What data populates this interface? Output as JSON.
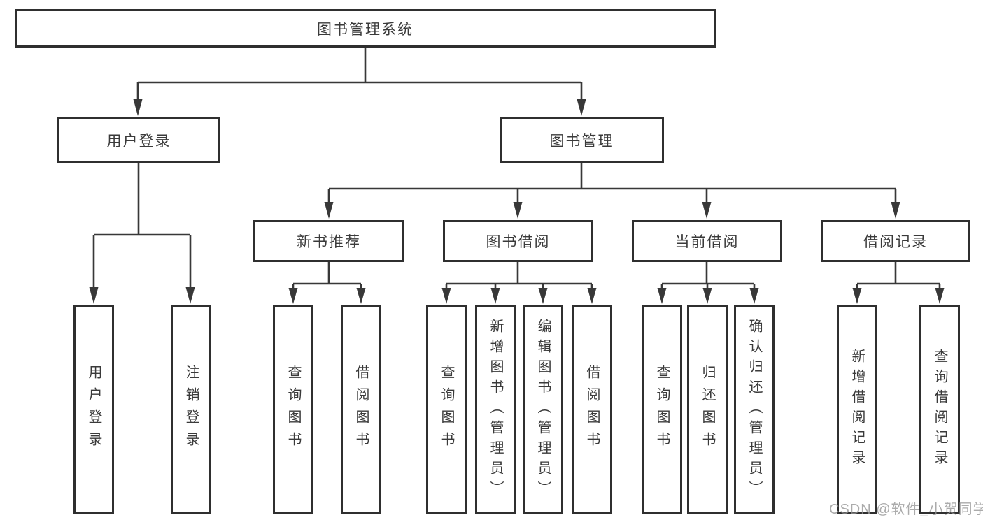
{
  "diagram": {
    "title": "图书管理系统",
    "root": {
      "label": "图书管理系统"
    },
    "level2": [
      {
        "id": "user-login",
        "label": "用户登录"
      },
      {
        "id": "book-management",
        "label": "图书管理"
      }
    ],
    "level3": [
      {
        "id": "new-book-recommend",
        "label": "新书推荐",
        "parent": "book-management"
      },
      {
        "id": "book-borrow",
        "label": "图书借阅",
        "parent": "book-management"
      },
      {
        "id": "current-borrow",
        "label": "当前借阅",
        "parent": "book-management"
      },
      {
        "id": "borrow-records",
        "label": "借阅记录",
        "parent": "book-management"
      }
    ],
    "leaves": [
      {
        "id": "leaf-user-login",
        "label": "用户登录",
        "parent": "user-login"
      },
      {
        "id": "leaf-logout",
        "label": "注销登录",
        "parent": "user-login"
      },
      {
        "id": "leaf-query-book-1",
        "label": "查询图书",
        "parent": "new-book-recommend"
      },
      {
        "id": "leaf-borrow-book-1",
        "label": "借阅图书",
        "parent": "new-book-recommend"
      },
      {
        "id": "leaf-query-book-2",
        "label": "查询图书",
        "parent": "book-borrow"
      },
      {
        "id": "leaf-add-book-admin",
        "label": "新增图书（管理员）",
        "parent": "book-borrow"
      },
      {
        "id": "leaf-edit-book-admin",
        "label": "编辑图书（管理员）",
        "parent": "book-borrow"
      },
      {
        "id": "leaf-borrow-book-2",
        "label": "借阅图书",
        "parent": "book-borrow"
      },
      {
        "id": "leaf-query-book-3",
        "label": "查询图书",
        "parent": "current-borrow"
      },
      {
        "id": "leaf-return-book",
        "label": "归还图书",
        "parent": "current-borrow"
      },
      {
        "id": "leaf-confirm-return-admin",
        "label": "确认归还（管理员）",
        "parent": "current-borrow"
      },
      {
        "id": "leaf-add-borrow-record",
        "label": "新增借阅记录",
        "parent": "borrow-records"
      },
      {
        "id": "leaf-query-borrow-record",
        "label": "查询借阅记录",
        "parent": "borrow-records"
      }
    ],
    "watermark": "CSDN @软件_小贺同学",
    "colors": {
      "line": "#383838",
      "box_border": "#2f2f2f",
      "box_fill": "#ffffff",
      "text": "#3a3a3a",
      "watermark": "#969696",
      "background": "#ffffff"
    }
  }
}
